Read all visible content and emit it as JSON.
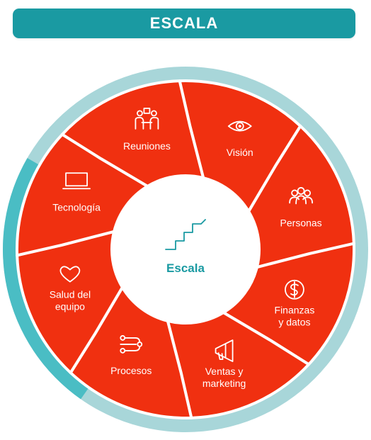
{
  "header": {
    "title": "ESCALA"
  },
  "center": {
    "label": "Escala",
    "icon": "stairs-icon"
  },
  "colors": {
    "segment": "#f03010",
    "ring_light": "#a8d6d9",
    "ring_dark": "#39b8bf",
    "accent": "#1a9aa2"
  },
  "segments": [
    {
      "lines": [
        "Visión"
      ],
      "icon": "eye-icon"
    },
    {
      "lines": [
        "Personas"
      ],
      "icon": "people-group-icon"
    },
    {
      "lines": [
        "Finanzas",
        "y datos"
      ],
      "icon": "dollar-coin-icon"
    },
    {
      "lines": [
        "Ventas y",
        "marketing"
      ],
      "icon": "megaphone-icon"
    },
    {
      "lines": [
        "Procesos"
      ],
      "icon": "process-flow-icon"
    },
    {
      "lines": [
        "Salud del",
        "equipo"
      ],
      "icon": "heart-icon"
    },
    {
      "lines": [
        "Tecnología"
      ],
      "icon": "laptop-icon"
    },
    {
      "lines": [
        "Reuniones"
      ],
      "icon": "meeting-icon"
    }
  ]
}
